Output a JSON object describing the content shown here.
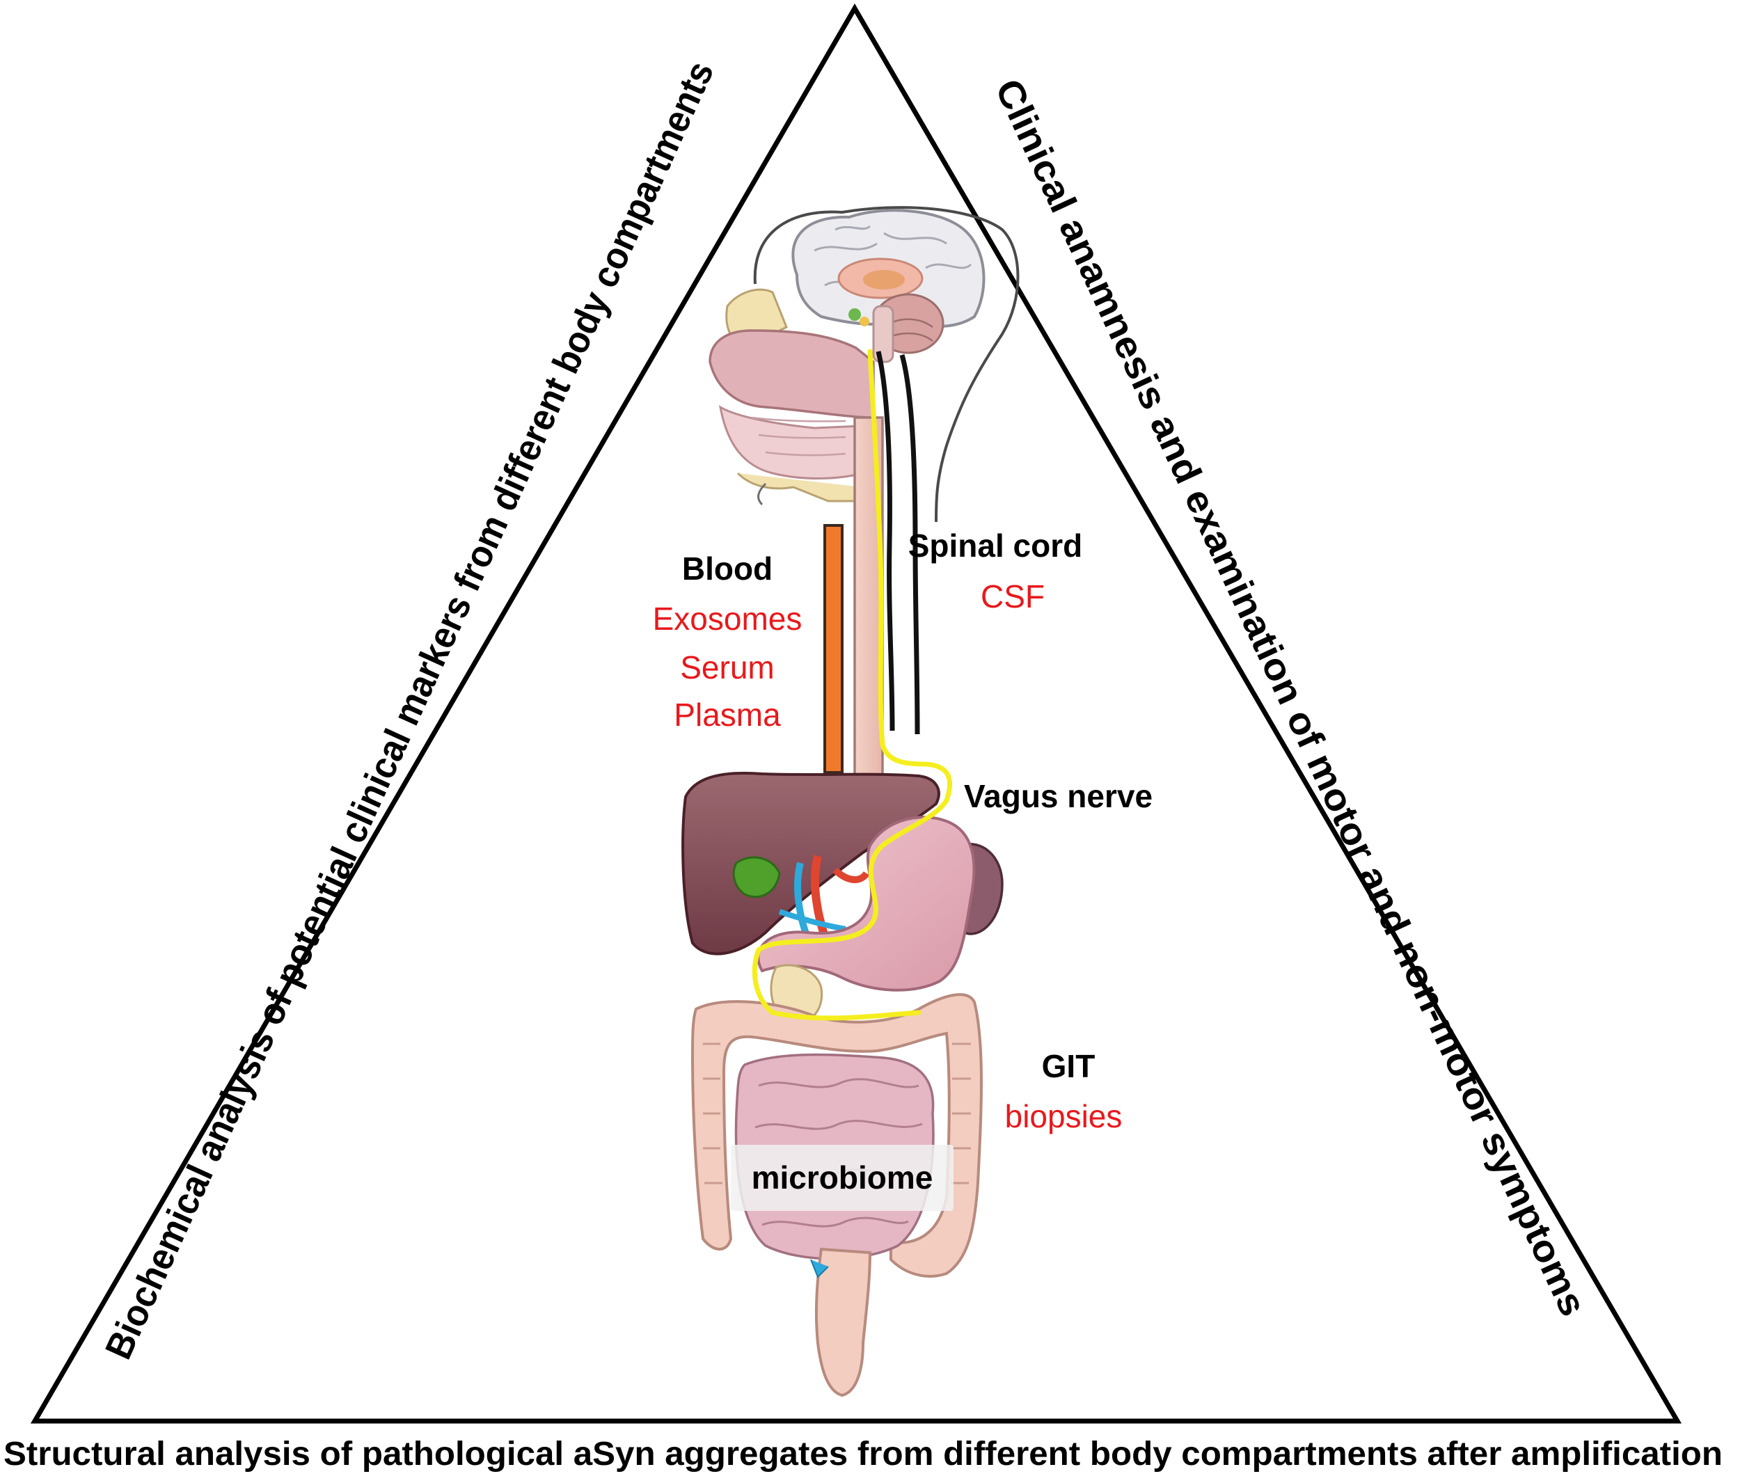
{
  "triangle": {
    "left_side_text": "Biochemical analysis of potential clinical markers from different body compartments",
    "right_side_text": "Clinical anamnesis and examination of motor and non-motor symptoms",
    "bottom_text": "Structural analysis of pathological aSyn aggregates from different body compartments after amplification"
  },
  "labels": {
    "blood": "Blood",
    "exosomes": "Exosomes",
    "serum": "Serum",
    "plasma": "Plasma",
    "spinal_cord": "Spinal cord",
    "csf": "CSF",
    "vagus_nerve": "Vagus nerve",
    "git": "GIT",
    "biopsies": "biopsies",
    "microbiome": "microbiome"
  },
  "colors": {
    "sample_text": "#e8191c",
    "vagus_nerve": "#f5ee1e",
    "blood_vessel": "#f07a2c"
  }
}
